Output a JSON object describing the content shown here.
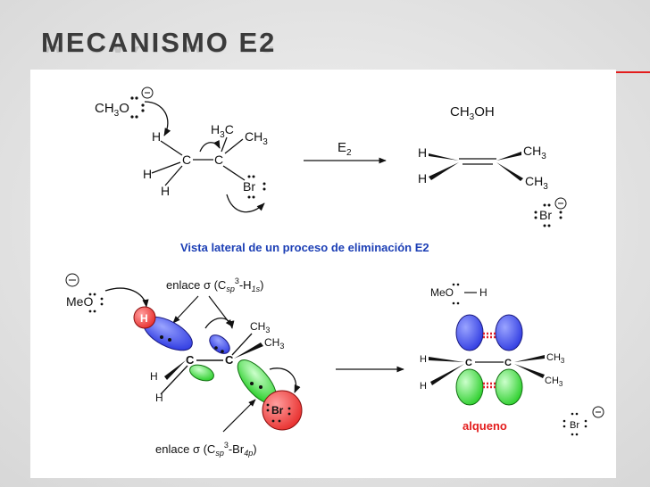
{
  "slide": {
    "title": "MECANISMO  E2",
    "accent_color": "#e31c1c",
    "text_color": "#3b3b3b"
  },
  "top_scheme": {
    "base": {
      "main": "CH",
      "sub": "3",
      "end": "O"
    },
    "substrate": {
      "h_top": "H",
      "h_left": "H",
      "h_bottom": "H",
      "c1": "C",
      "c2": "C",
      "h3c": {
        "main": "H",
        "sub": "3",
        "end": "C"
      },
      "ch3": {
        "main": "CH",
        "sub": "3"
      },
      "br": "Br"
    },
    "arrow": {
      "main": "E",
      "sub": "2"
    },
    "product_top": {
      "main": "CH",
      "sub": "3",
      "end": "OH"
    },
    "alkene": {
      "h_top": "H",
      "h_bottom": "H",
      "ch3_top": {
        "main": "CH",
        "sub": "3"
      },
      "ch3_bottom": {
        "main": "CH",
        "sub": "3"
      }
    },
    "bromide": "Br"
  },
  "subtitle": "Vista lateral de un proceso de eliminación E2",
  "subtitle_color": "#1c3fb5",
  "bottom_scheme": {
    "meo": "MeO",
    "label_top": {
      "prefix": "enlace",
      "sigma": "σ",
      "open": " (C",
      "sp": "sp",
      "sup": "3",
      "dash": "-H",
      "sub": "1s",
      "close": ")"
    },
    "label_bottom": {
      "prefix": "enlace",
      "sigma": "σ",
      "open": " (C",
      "sp": "sp",
      "sup": "3",
      "dash": "-Br",
      "sub": "4p",
      "close": ")"
    },
    "h_red": "H",
    "c1": "C",
    "c2": "C",
    "h_left": "H",
    "h_bottom": "H",
    "ch3_top": {
      "main": "CH",
      "sub": "3"
    },
    "ch3_right": {
      "main": "CH",
      "sub": "3"
    },
    "br": "Br",
    "meoh": {
      "meo": "MeO",
      "h": "H"
    },
    "alkene": {
      "h_top": "H",
      "h_bottom": "H",
      "c1": "C",
      "c2": "C",
      "ch3_top": {
        "main": "CH",
        "sub": "3"
      },
      "ch3_bottom": {
        "main": "CH",
        "sub": "3"
      }
    },
    "alkene_label": "alqueno",
    "alkene_label_color": "#e31c1c",
    "bromide": "Br"
  },
  "colors": {
    "orbital_blue": "#2a36e0",
    "orbital_green": "#22dd22",
    "hydrogen_red": "#e8302e",
    "bromine_red": "#ec2d2d",
    "pi_dashes": "#e0202a"
  }
}
